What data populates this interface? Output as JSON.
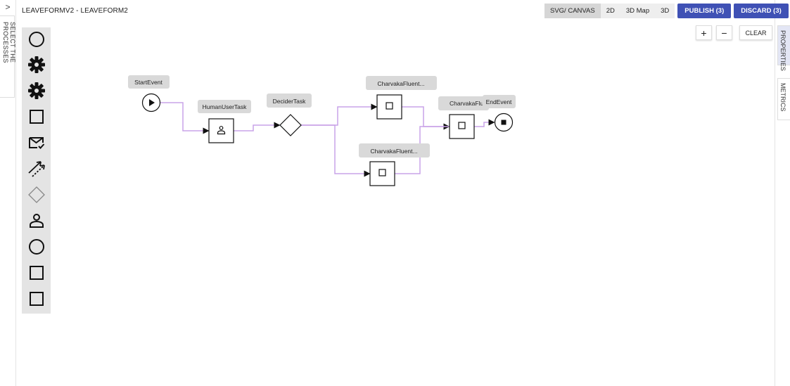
{
  "header": {
    "title": "LEAVEFORMV2 - LEAVEFORM2"
  },
  "left_rail": {
    "chevron": ">",
    "tab_label": "SELECT THE PROCESSES"
  },
  "right_rail": {
    "chevron": ">",
    "tabs": [
      {
        "label": "PROPERTIES"
      },
      {
        "label": "METRICS"
      }
    ]
  },
  "toolbar": {
    "buttons": [
      {
        "label": "SVG/ CANVAS"
      },
      {
        "label": "2D"
      },
      {
        "label": "3D Map"
      },
      {
        "label": "3D"
      }
    ],
    "publish_label": "PUBLISH (3)",
    "discard_label": "DISCARD (3)"
  },
  "zoom": {
    "plus": "+",
    "minus": "−",
    "clear": "CLEAR"
  },
  "palette": {
    "items": [
      {
        "icon": "start-event-icon"
      },
      {
        "icon": "gear-icon"
      },
      {
        "icon": "gear-icon"
      },
      {
        "icon": "task-icon"
      },
      {
        "icon": "mail-check-icon"
      },
      {
        "icon": "connector-icon"
      },
      {
        "icon": "gateway-icon"
      },
      {
        "icon": "user-task-icon"
      },
      {
        "icon": "end-event-icon"
      },
      {
        "icon": "task-icon"
      },
      {
        "icon": "task-icon"
      }
    ]
  },
  "diagram": {
    "edge_color": "#c9a3e8",
    "nodes": [
      {
        "label": "StartEvent"
      },
      {
        "label": "HumanUserTask"
      },
      {
        "label": "DeciderTask"
      },
      {
        "label": "CharvakaFluent..."
      },
      {
        "label": "CharvakaFluent..."
      },
      {
        "label": "CharvakaFlu"
      },
      {
        "label": "EndEvent"
      }
    ]
  },
  "colors": {
    "primary": "#3f51b5",
    "palette_bg": "#e4e4e4",
    "label_bg": "#d9d9d9"
  }
}
